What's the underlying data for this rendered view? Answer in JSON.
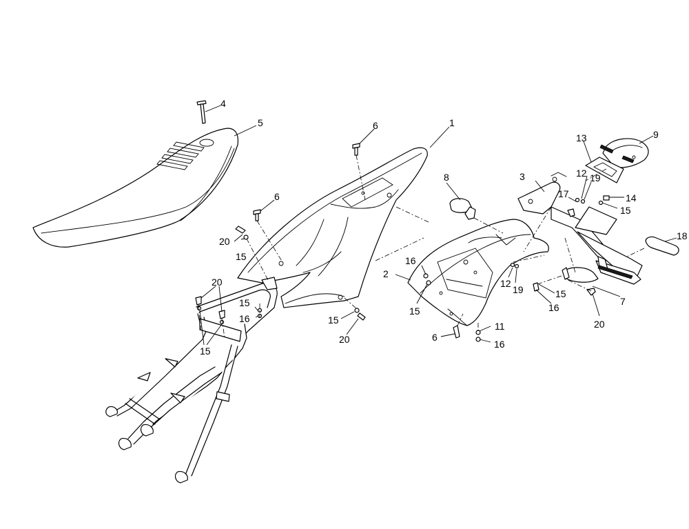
{
  "callouts": [
    {
      "id": "c1",
      "text": "1"
    },
    {
      "id": "c2",
      "text": "2"
    },
    {
      "id": "c3",
      "text": "3"
    },
    {
      "id": "c4",
      "text": "4"
    },
    {
      "id": "c5",
      "text": "5"
    },
    {
      "id": "c6a",
      "text": "6"
    },
    {
      "id": "c6b",
      "text": "6"
    },
    {
      "id": "c6c",
      "text": "6"
    },
    {
      "id": "c7",
      "text": "7"
    },
    {
      "id": "c8",
      "text": "8"
    },
    {
      "id": "c9",
      "text": "9"
    },
    {
      "id": "c11",
      "text": "11"
    },
    {
      "id": "c12a",
      "text": "12"
    },
    {
      "id": "c12b",
      "text": "12"
    },
    {
      "id": "c13",
      "text": "13"
    },
    {
      "id": "c14",
      "text": "14"
    },
    {
      "id": "c15a",
      "text": "15"
    },
    {
      "id": "c15b",
      "text": "15"
    },
    {
      "id": "c15c",
      "text": "15"
    },
    {
      "id": "c15d",
      "text": "15"
    },
    {
      "id": "c15e",
      "text": "15"
    },
    {
      "id": "c15f",
      "text": "15"
    },
    {
      "id": "c15g",
      "text": "15"
    },
    {
      "id": "c16a",
      "text": "16"
    },
    {
      "id": "c16b",
      "text": "16"
    },
    {
      "id": "c16c",
      "text": "16"
    },
    {
      "id": "c16d",
      "text": "16"
    },
    {
      "id": "c17",
      "text": "17"
    },
    {
      "id": "c18",
      "text": "18"
    },
    {
      "id": "c19a",
      "text": "19"
    },
    {
      "id": "c19b",
      "text": "19"
    },
    {
      "id": "c20a",
      "text": "20"
    },
    {
      "id": "c20b",
      "text": "20"
    },
    {
      "id": "c20c",
      "text": "20"
    },
    {
      "id": "c20d",
      "text": "20"
    }
  ]
}
